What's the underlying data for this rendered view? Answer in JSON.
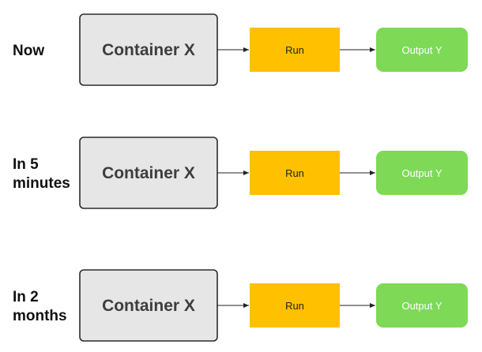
{
  "colors": {
    "container_fill": "#e6e6e6",
    "container_border": "#2b2b2b",
    "run_fill": "#ffc000",
    "output_fill": "#7ed957",
    "arrow": "#222222"
  },
  "rows": [
    {
      "label_lines": [
        "Now"
      ],
      "container": "Container X",
      "run": "Run",
      "output": "Output Y"
    },
    {
      "label_lines": [
        "In 5",
        "minutes"
      ],
      "container": "Container X",
      "run": "Run",
      "output": "Output Y"
    },
    {
      "label_lines": [
        "In 2",
        "months"
      ],
      "container": "Container X",
      "run": "Run",
      "output": "Output Y"
    }
  ]
}
